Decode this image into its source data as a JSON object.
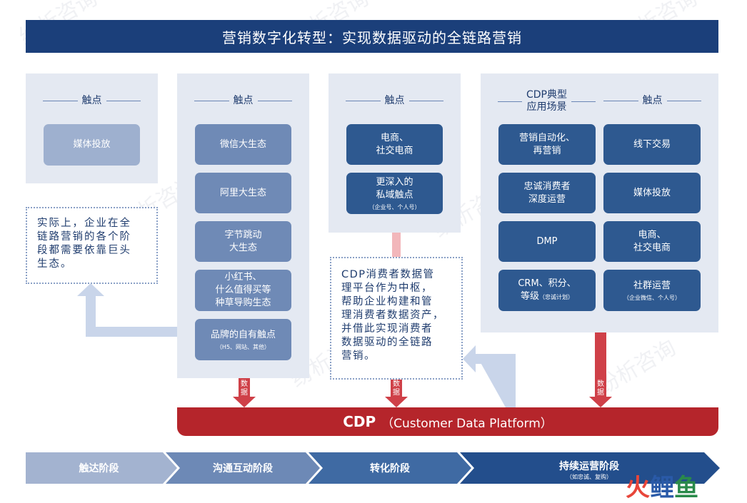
{
  "title": "营销数字化转型：实现数据驱动的全链路营销",
  "touch_label": "触点",
  "cdp_scene_label": [
    "CDP典型",
    "应用场景"
  ],
  "col1": {
    "items": [
      "媒体投放"
    ]
  },
  "col2": {
    "items": [
      {
        "lines": [
          "微信大生态"
        ]
      },
      {
        "lines": [
          "阿里大生态"
        ]
      },
      {
        "lines": [
          "字节跳动",
          "大生态"
        ]
      },
      {
        "lines": [
          "小红书、",
          "什么值得买等",
          "种草导购生态"
        ]
      },
      {
        "lines": [
          "品牌的自有触点"
        ],
        "small": "（H5、网站、其他）"
      }
    ]
  },
  "col3": {
    "items": [
      {
        "lines": [
          "电商、",
          "社交电商"
        ]
      },
      {
        "lines": [
          "更深入的",
          "私域触点"
        ],
        "small": "（企业号、个人号）"
      }
    ]
  },
  "col4_scenes": [
    {
      "lines": [
        "营销自动化、",
        "再营销"
      ]
    },
    {
      "lines": [
        "忠诚消费者",
        "深度运营"
      ]
    },
    {
      "lines": [
        "DMP"
      ]
    },
    {
      "lines": [
        "CRM、积分、"
      ],
      "tail": "等级",
      "tail_small": "（忠诚计划）"
    }
  ],
  "col4_touch": [
    {
      "lines": [
        "线下交易"
      ]
    },
    {
      "lines": [
        "媒体投放"
      ]
    },
    {
      "lines": [
        "电商、",
        "社交电商"
      ]
    },
    {
      "lines": [
        "社群运营"
      ],
      "small": "（企业微信、个人号）"
    }
  ],
  "note_left": [
    "实际上，企业在全",
    "链路营销的各个阶",
    "段都需要依靠巨头",
    "生态。"
  ],
  "note_center": [
    "CDP消费者数据管",
    "理平台作为中枢，",
    "帮助企业构建和管",
    "理消费者数据资产，",
    "并借此实现消费者",
    "数据驱动的全链路",
    "营销。"
  ],
  "data_label": [
    "数",
    "据"
  ],
  "cdp": {
    "bold": "CDP",
    "rest": "（Customer Data Platform）"
  },
  "stages": [
    {
      "label": "触达阶段",
      "color": "#a3b3d0"
    },
    {
      "label": "沟通互动阶段",
      "color": "#6d89b6"
    },
    {
      "label": "转化阶段",
      "color": "#3f6aa3"
    },
    {
      "label": "持续运营阶段",
      "sub": "（如忠诚、复购）",
      "color": "#234e8c"
    }
  ],
  "logo": {
    "chars": [
      "火",
      "鲤",
      "鱼"
    ],
    "colors": [
      "#e8463a",
      "#2a5aa8",
      "#2a8a4a"
    ]
  }
}
